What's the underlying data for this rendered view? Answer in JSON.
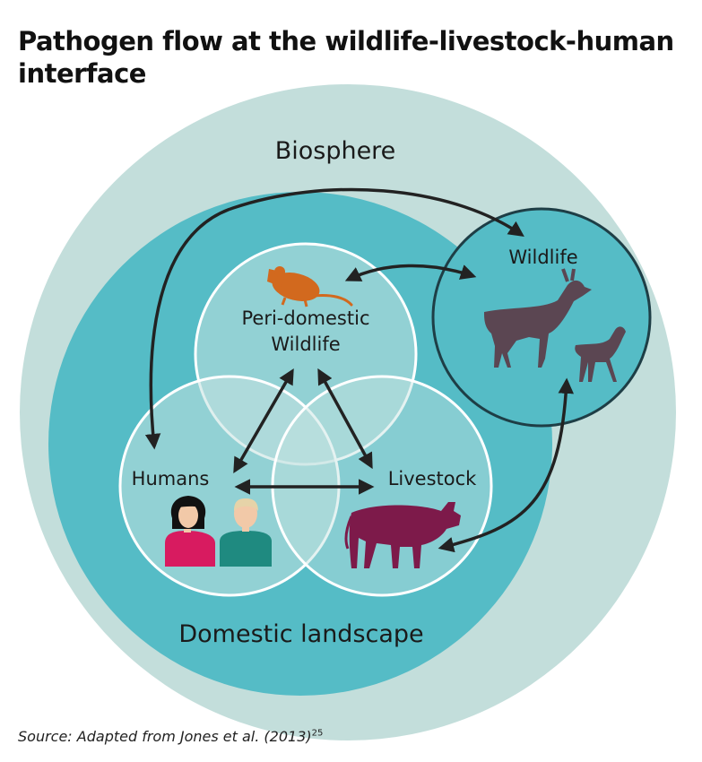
{
  "title": "Pathogen flow at the wildlife-livestock-human interface",
  "source": {
    "text": "Source: Adapted from Jones et al. (2013)",
    "superscript": "25"
  },
  "labels": {
    "biosphere": "Biosphere",
    "domestic_landscape": "Domestic landscape",
    "wildlife": "Wildlife",
    "peri_domestic_line1": "Peri-domestic",
    "peri_domestic_line2": "Wildlife",
    "humans": "Humans",
    "livestock": "Livestock"
  },
  "colors": {
    "biosphere": "#c3dedb",
    "domestic": "#55bcc6",
    "arrow": "#222222",
    "deer": "#5b4652",
    "cow": "#7d1a4a",
    "rat": "#d2691e",
    "woman_shirt": "#d81b60",
    "man_shirt": "#1f8a80"
  },
  "icons": [
    "rat-icon",
    "deer-icon",
    "fawn-icon",
    "cow-icon",
    "woman-icon",
    "man-icon"
  ]
}
